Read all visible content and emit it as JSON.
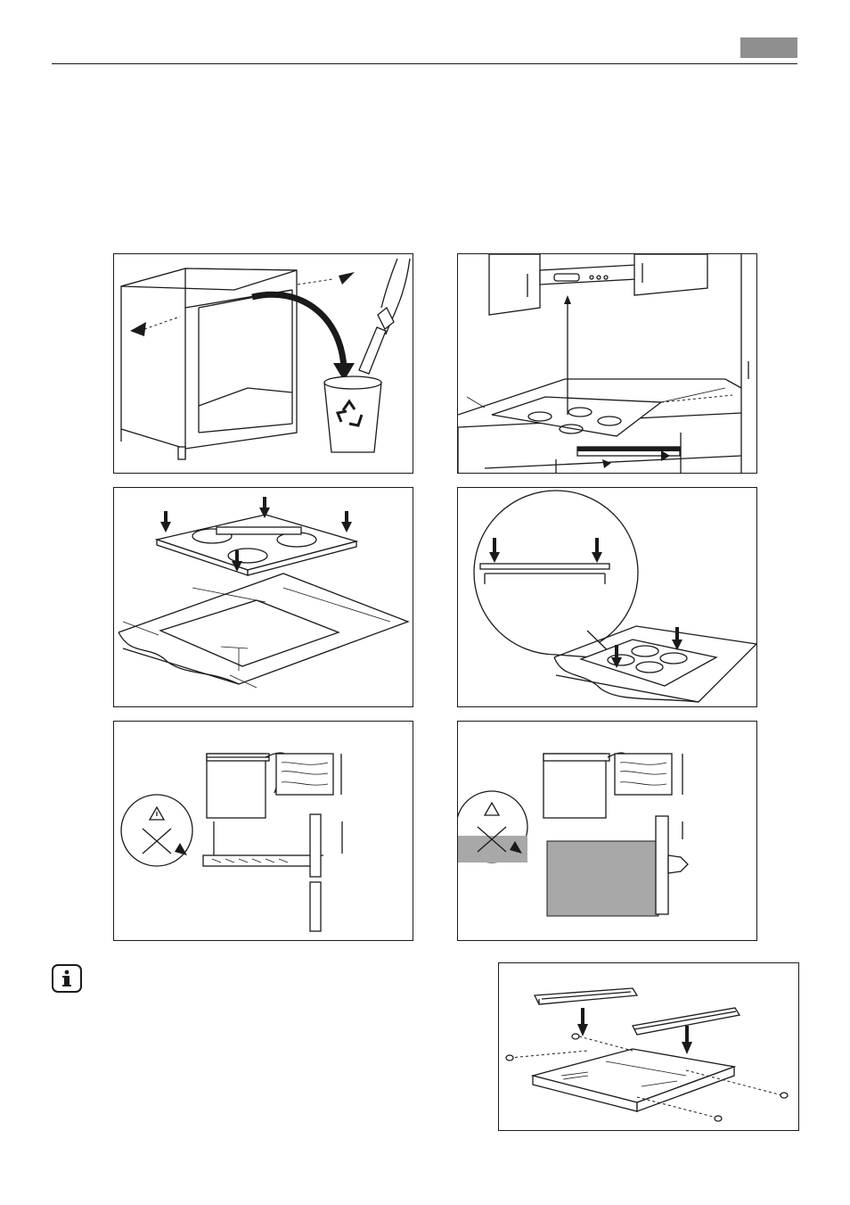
{
  "header": {
    "tab_color": "#8f8f8f"
  },
  "figures": [
    {
      "icon": "cabinet-remove-strip-recycle"
    },
    {
      "icon": "hob-clearance-wall-cabinet"
    },
    {
      "icon": "hob-into-cutout-worktop"
    },
    {
      "icon": "hob-press-seal-detail"
    },
    {
      "icon": "hob-above-drawer-warning"
    },
    {
      "icon": "hob-above-oven-warning"
    },
    {
      "icon": "mounting-brackets-screws"
    }
  ],
  "note": {
    "icon": "info-icon"
  }
}
